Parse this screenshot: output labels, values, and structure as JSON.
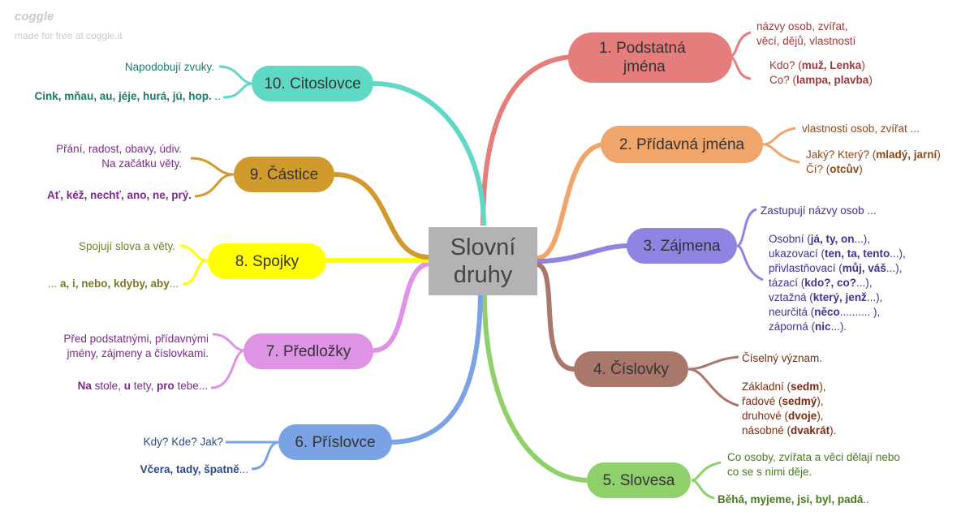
{
  "brand": {
    "logo": "coggle",
    "tagline": "made for free at coggle.it"
  },
  "center": {
    "line1": "Slovní",
    "line2": "druhy"
  },
  "colors": {
    "n1": "#e47d7b",
    "n2": "#f0a56b",
    "n3": "#8e84e2",
    "n4": "#a9786a",
    "n5": "#8fd06a",
    "n6": "#7aa3e5",
    "n7": "#df93e4",
    "n8": "#ffff00",
    "n9": "#d19a2c",
    "n10": "#5fd8c4"
  },
  "nodes": {
    "n1": {
      "line1": "1.  Podstatná",
      "line2": "jména",
      "d1": "názvy osob, zvířat,",
      "d2": "věcí, dějů, vlastností",
      "q1a": "Kdo? (",
      "q1b": "muž, Lenka",
      "q1c": ")",
      "q2a": "Co? (",
      "q2b": "lampa, plavba",
      "q2c": ")"
    },
    "n2": {
      "label": "2.  Přídavná jména",
      "d1": "vlastnosti osob, zvířat ...",
      "q1a": "Jaký? Který? (",
      "q1b": "mladý, jarní",
      "q1c": ")",
      "q2a": "Čí? (",
      "q2b": "otcův",
      "q2c": ")"
    },
    "n3": {
      "label": "3.  Zájmena",
      "d1": "Zastupují názvy osob ...",
      "l1a": "Osobní (",
      "l1b": "já, ty, on",
      "l1c": "...),",
      "l2a": "ukazovací (",
      "l2b": "ten, ta, tento",
      "l2c": "...),",
      "l3a": "přivlastňovací (",
      "l3b": "můj, váš",
      "l3c": "...),",
      "l4a": "tázací (",
      "l4b": "kdo?, co?",
      "l4c": "...),",
      "l5a": "vztažná (",
      "l5b": "který, jenž",
      "l5c": "...),",
      "l6a": "neurčitá (",
      "l6b": "něco",
      "l6c": ".......... ),",
      "l7a": "záporná (",
      "l7b": "nic",
      "l7c": "...)."
    },
    "n4": {
      "label": "4.  Číslovky",
      "d1": "Číselný význam.",
      "l1a": "Základní (",
      "l1b": "sedm",
      "l1c": "),",
      "l2a": "řadové (",
      "l2b": "sedmý",
      "l2c": "),",
      "l3a": "druhové (",
      "l3b": "dvoje",
      "l3c": "),",
      "l4a": "násobné (",
      "l4b": "dvakrát",
      "l4c": ")."
    },
    "n5": {
      "label": "5.  Slovesa",
      "d1": "Co osoby, zvířata a věci dělají nebo",
      "d2": "co se s nimi děje.",
      "ex": "Běhá, myjeme, jsi, byl, padá",
      "exs": ".."
    },
    "n6": {
      "label": "6.  Příslovce",
      "d1": "Kdy? Kde? Jak?",
      "ex": "Včera, tady, špatně",
      "exs": "..."
    },
    "n7": {
      "label": "7.  Předložky",
      "d1": "Před podstatnými, přídavnými",
      "d2": "jmény, zájmeny a číslovkami.",
      "e1": "Na",
      "e2": " stole, ",
      "e3": "u",
      "e4": " tety, ",
      "e5": "pro",
      "e6": " tebe..."
    },
    "n8": {
      "label": "8.  Spojky",
      "d1": "Spojují slova a věty.",
      "exp": "... ",
      "ex": "a, i, nebo, kdyby, aby",
      "exs": "..."
    },
    "n9": {
      "label": "9.  Částice",
      "d1": "Přání, radost, obavy, údiv.",
      "d2": "Na začátku věty.",
      "ex": "Ať, kéž, nechť, ano, ne, prý."
    },
    "n10": {
      "label": "10.  Citoslovce",
      "d1": "Napodobují zvuky.",
      "ex": "Cink, mňau, au, jéje, hurá, jú, hop.",
      "exs": " .."
    }
  }
}
